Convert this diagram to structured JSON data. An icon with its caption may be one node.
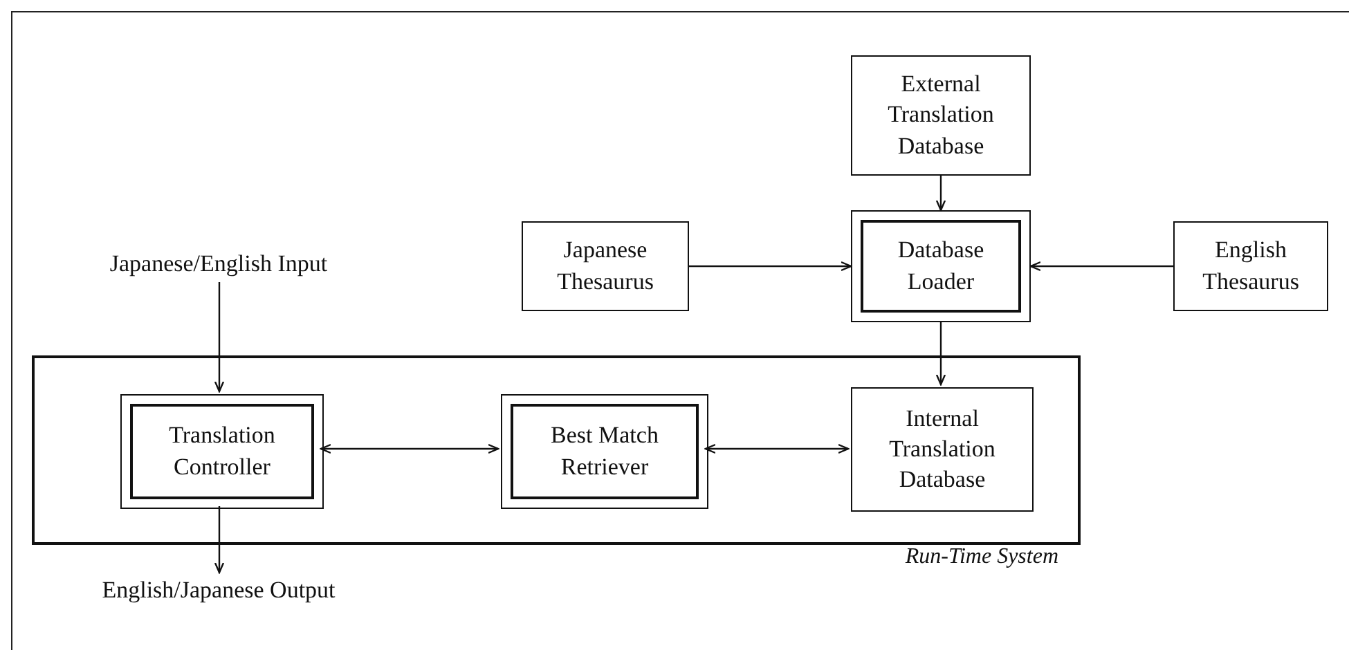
{
  "diagram": {
    "nodes": [
      {
        "text": [
          "External Translation Database"
        ]
      },
      {
        "text": [
          "Japanese/English Input"
        ]
      },
      {
        "text": [
          "Japanese Thesaurus"
        ]
      },
      {
        "text": [
          "Database Loader"
        ]
      },
      {
        "text": [
          "English Thesaurus"
        ]
      },
      {
        "text": [
          "Run-Time System"
        ]
      },
      {
        "text": [
          "Translation Controller"
        ],
        "in": 5
      },
      {
        "text": [
          "Best Match Retriever"
        ],
        "in": 5
      },
      {
        "text": [
          "Internal Translation Database"
        ],
        "in": 5
      },
      {
        "text": [
          "English/Japanese Output"
        ]
      }
    ],
    "edges": [
      {
        "from": 0,
        "to": 3,
        "arrow": "to"
      },
      {
        "from": 2,
        "to": 3,
        "arrow": "to"
      },
      {
        "from": 4,
        "to": 3,
        "arrow": "to"
      },
      {
        "from": 1,
        "to": 6,
        "arrow": "to"
      },
      {
        "from": 3,
        "to": 8,
        "arrow": "to"
      },
      {
        "from": 6,
        "to": 7,
        "arrow": "both"
      },
      {
        "from": 7,
        "to": 8,
        "arrow": "both"
      },
      {
        "from": 6,
        "to": 9,
        "arrow": "to"
      }
    ]
  }
}
